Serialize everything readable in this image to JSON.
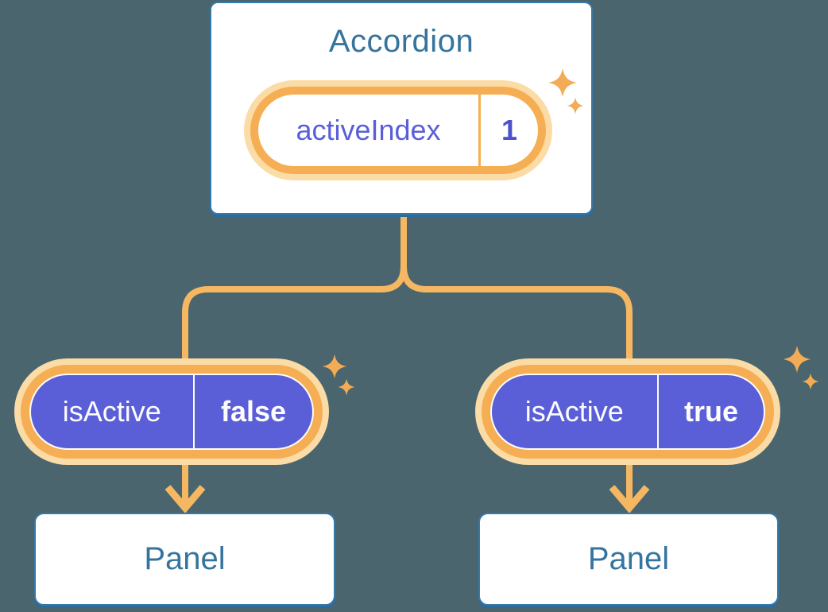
{
  "colors": {
    "background": "#4A656E",
    "card_border_blue": "#3579A8",
    "heading_blue": "#35749E",
    "amber_ring": "#F5AE53",
    "amber_line": "#F6B763",
    "peach_ring": "#FBDCA6",
    "indigo_fill": "#5A5FD8",
    "indigo_value_text": "#4B51CE",
    "white_text": "#FCFCFC",
    "sparkle_orange": "#F3AC55"
  },
  "diagram": {
    "parent": {
      "title": "Accordion",
      "pill": {
        "name": "activeIndex",
        "value": "1"
      }
    },
    "children": [
      {
        "pill": {
          "name": "isActive",
          "value": "false"
        },
        "panel_label": "Panel"
      },
      {
        "pill": {
          "name": "isActive",
          "value": "true"
        },
        "panel_label": "Panel"
      }
    ]
  }
}
